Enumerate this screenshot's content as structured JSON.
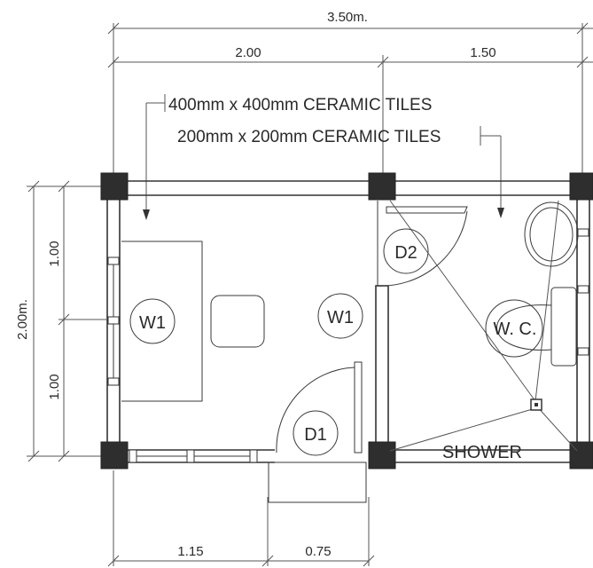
{
  "dimensions": {
    "overall_width": "3.50m.",
    "left_width": "2.00",
    "right_width": "1.50",
    "overall_height": "2.00m.",
    "upper_height": "1.00",
    "lower_height": "1.00",
    "bottom_left": "1.15",
    "bottom_door": "0.75"
  },
  "notes": {
    "tile_large": "400mm x 400mm CERAMIC TILES",
    "tile_small": "200mm x 200mm CERAMIC TILES"
  },
  "tags": {
    "window_left": "W1",
    "window_center": "W1",
    "door_bath": "D2",
    "door_entry": "D1",
    "wc": "W. C."
  },
  "labels": {
    "shower": "SHOWER"
  }
}
